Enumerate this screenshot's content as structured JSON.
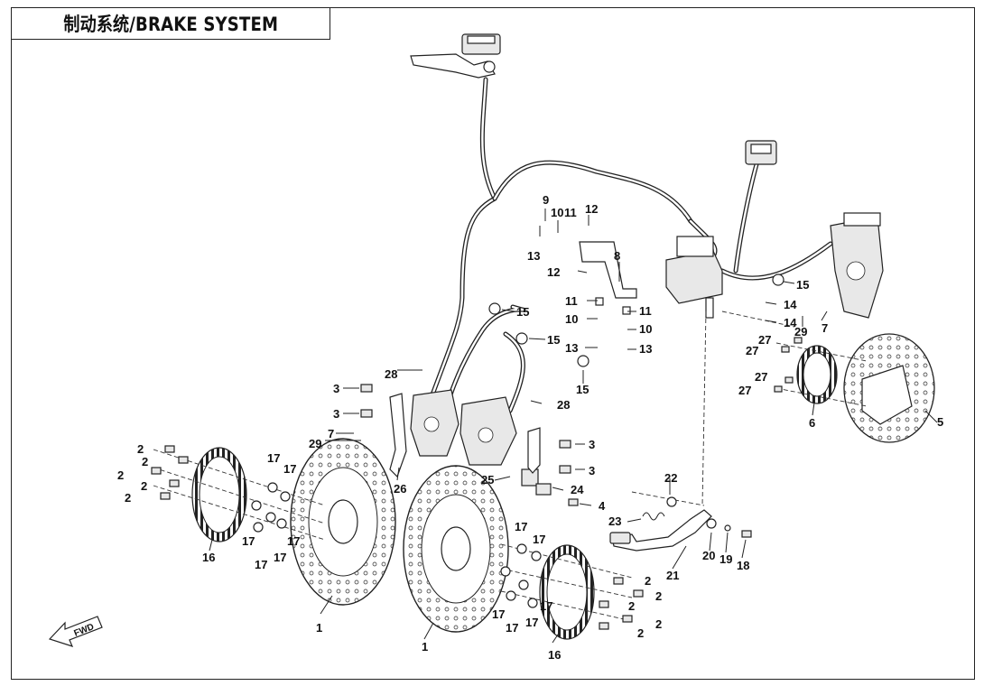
{
  "title": "制动系统/BRAKE SYSTEM",
  "fwd_label": "FWD",
  "callouts": {
    "c1a": "1",
    "c1b": "1",
    "c2a": "2",
    "c2b": "2",
    "c2c": "2",
    "c2d": "2",
    "c2e": "2",
    "c2f": "2",
    "c2g": "2",
    "c2h": "2",
    "c2i": "2",
    "c2j": "2",
    "c3a": "3",
    "c3b": "3",
    "c3c": "3",
    "c3d": "3",
    "c4": "4",
    "c5": "5",
    "c6": "6",
    "c7a": "7",
    "c7b": "7",
    "c8": "8",
    "c9": "9",
    "c10a": "10",
    "c10b": "10",
    "c10c": "10",
    "c11a": "11",
    "c11b": "11",
    "c11c": "11",
    "c12a": "12",
    "c12b": "12",
    "c13a": "13",
    "c13b": "13",
    "c13c": "13",
    "c14a": "14",
    "c14b": "14",
    "c15a": "15",
    "c15b": "15",
    "c15c": "15",
    "c15d": "15",
    "c16a": "16",
    "c16b": "16",
    "c17a": "17",
    "c17b": "17",
    "c17c": "17",
    "c17d": "17",
    "c17e": "17",
    "c17f": "17",
    "c17g": "17",
    "c17h": "17",
    "c17i": "17",
    "c17j": "17",
    "c17k": "17",
    "c17l": "17",
    "c18": "18",
    "c19": "19",
    "c20": "20",
    "c21": "21",
    "c22": "22",
    "c23": "23",
    "c24": "24",
    "c25": "25",
    "c26": "26",
    "c27a": "27",
    "c27b": "27",
    "c27c": "27",
    "c27d": "27",
    "c28a": "28",
    "c28b": "28",
    "c29a": "29",
    "c29b": "29"
  }
}
